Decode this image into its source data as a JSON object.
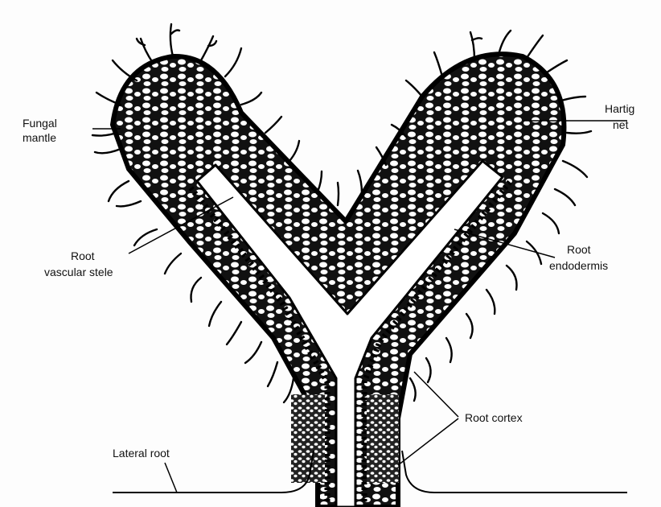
{
  "labels": {
    "fungal_mantle_line1": "Fungal",
    "fungal_mantle_line2": "mantle",
    "hartig_net_line1": "Hartig",
    "hartig_net_line2": "net",
    "root_vascular_stele_line1": "Root",
    "root_vascular_stele_line2": "vascular stele",
    "root_endodermis_line1": "Root",
    "root_endodermis_line2": "endodermis",
    "root_cortex": "Root cortex",
    "lateral_root": "Lateral root"
  },
  "colors": {
    "ink": "#111111",
    "background": "#fdfdfd",
    "cell": "#ffffff"
  }
}
